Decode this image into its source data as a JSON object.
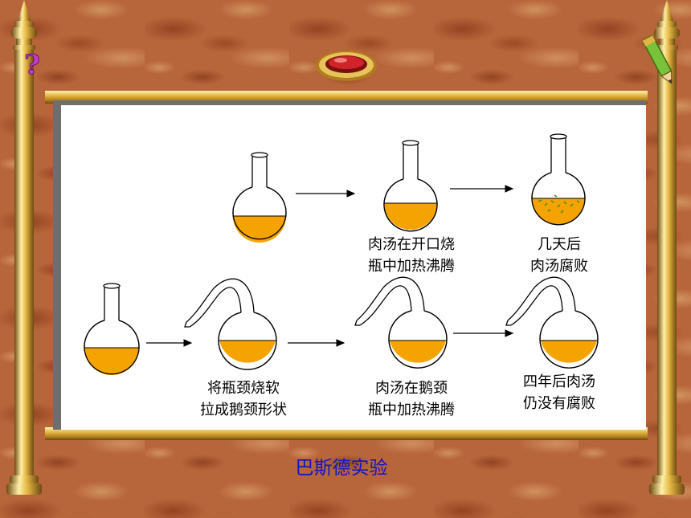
{
  "title": "巴斯德实验",
  "steps": {
    "top_boil": [
      "肉汤在开口烧",
      "瓶中加热沸腾"
    ],
    "top_spoil": [
      "几天后",
      "肉汤腐败"
    ],
    "bottom_bend": [
      "将瓶颈烧软",
      "拉成鹅颈形状"
    ],
    "bottom_boil": [
      "肉汤在鹅颈",
      "瓶中加热沸腾"
    ],
    "bottom_result": [
      "四年后肉汤",
      "仍没有腐败"
    ]
  },
  "nav": {
    "help_glyph": "?"
  },
  "colors": {
    "broth": "#f5a300",
    "caption": "#1212c8",
    "gold": "#e2b441",
    "gem": "#d0242a"
  }
}
